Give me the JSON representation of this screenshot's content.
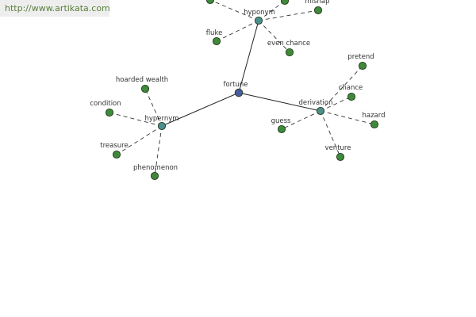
{
  "watermark": "http://www.artikata.com",
  "colors": {
    "root_node": "#4a5aa0",
    "relation_node": "#4c8f8f",
    "leaf_node": "#3f8a3a"
  },
  "graph": {
    "root": "fortune",
    "relations": [
      {
        "label": "hyponym",
        "leaves": [
          "",
          "mishap",
          "fluke",
          "even chance",
          ""
        ]
      },
      {
        "label": "hypernym",
        "leaves": [
          "hoarded wealth",
          "condition",
          "treasure",
          "phenomenon"
        ]
      },
      {
        "label": "derivation",
        "leaves": [
          "pretend",
          "chance",
          "hazard",
          "guess",
          "venture"
        ]
      }
    ]
  }
}
